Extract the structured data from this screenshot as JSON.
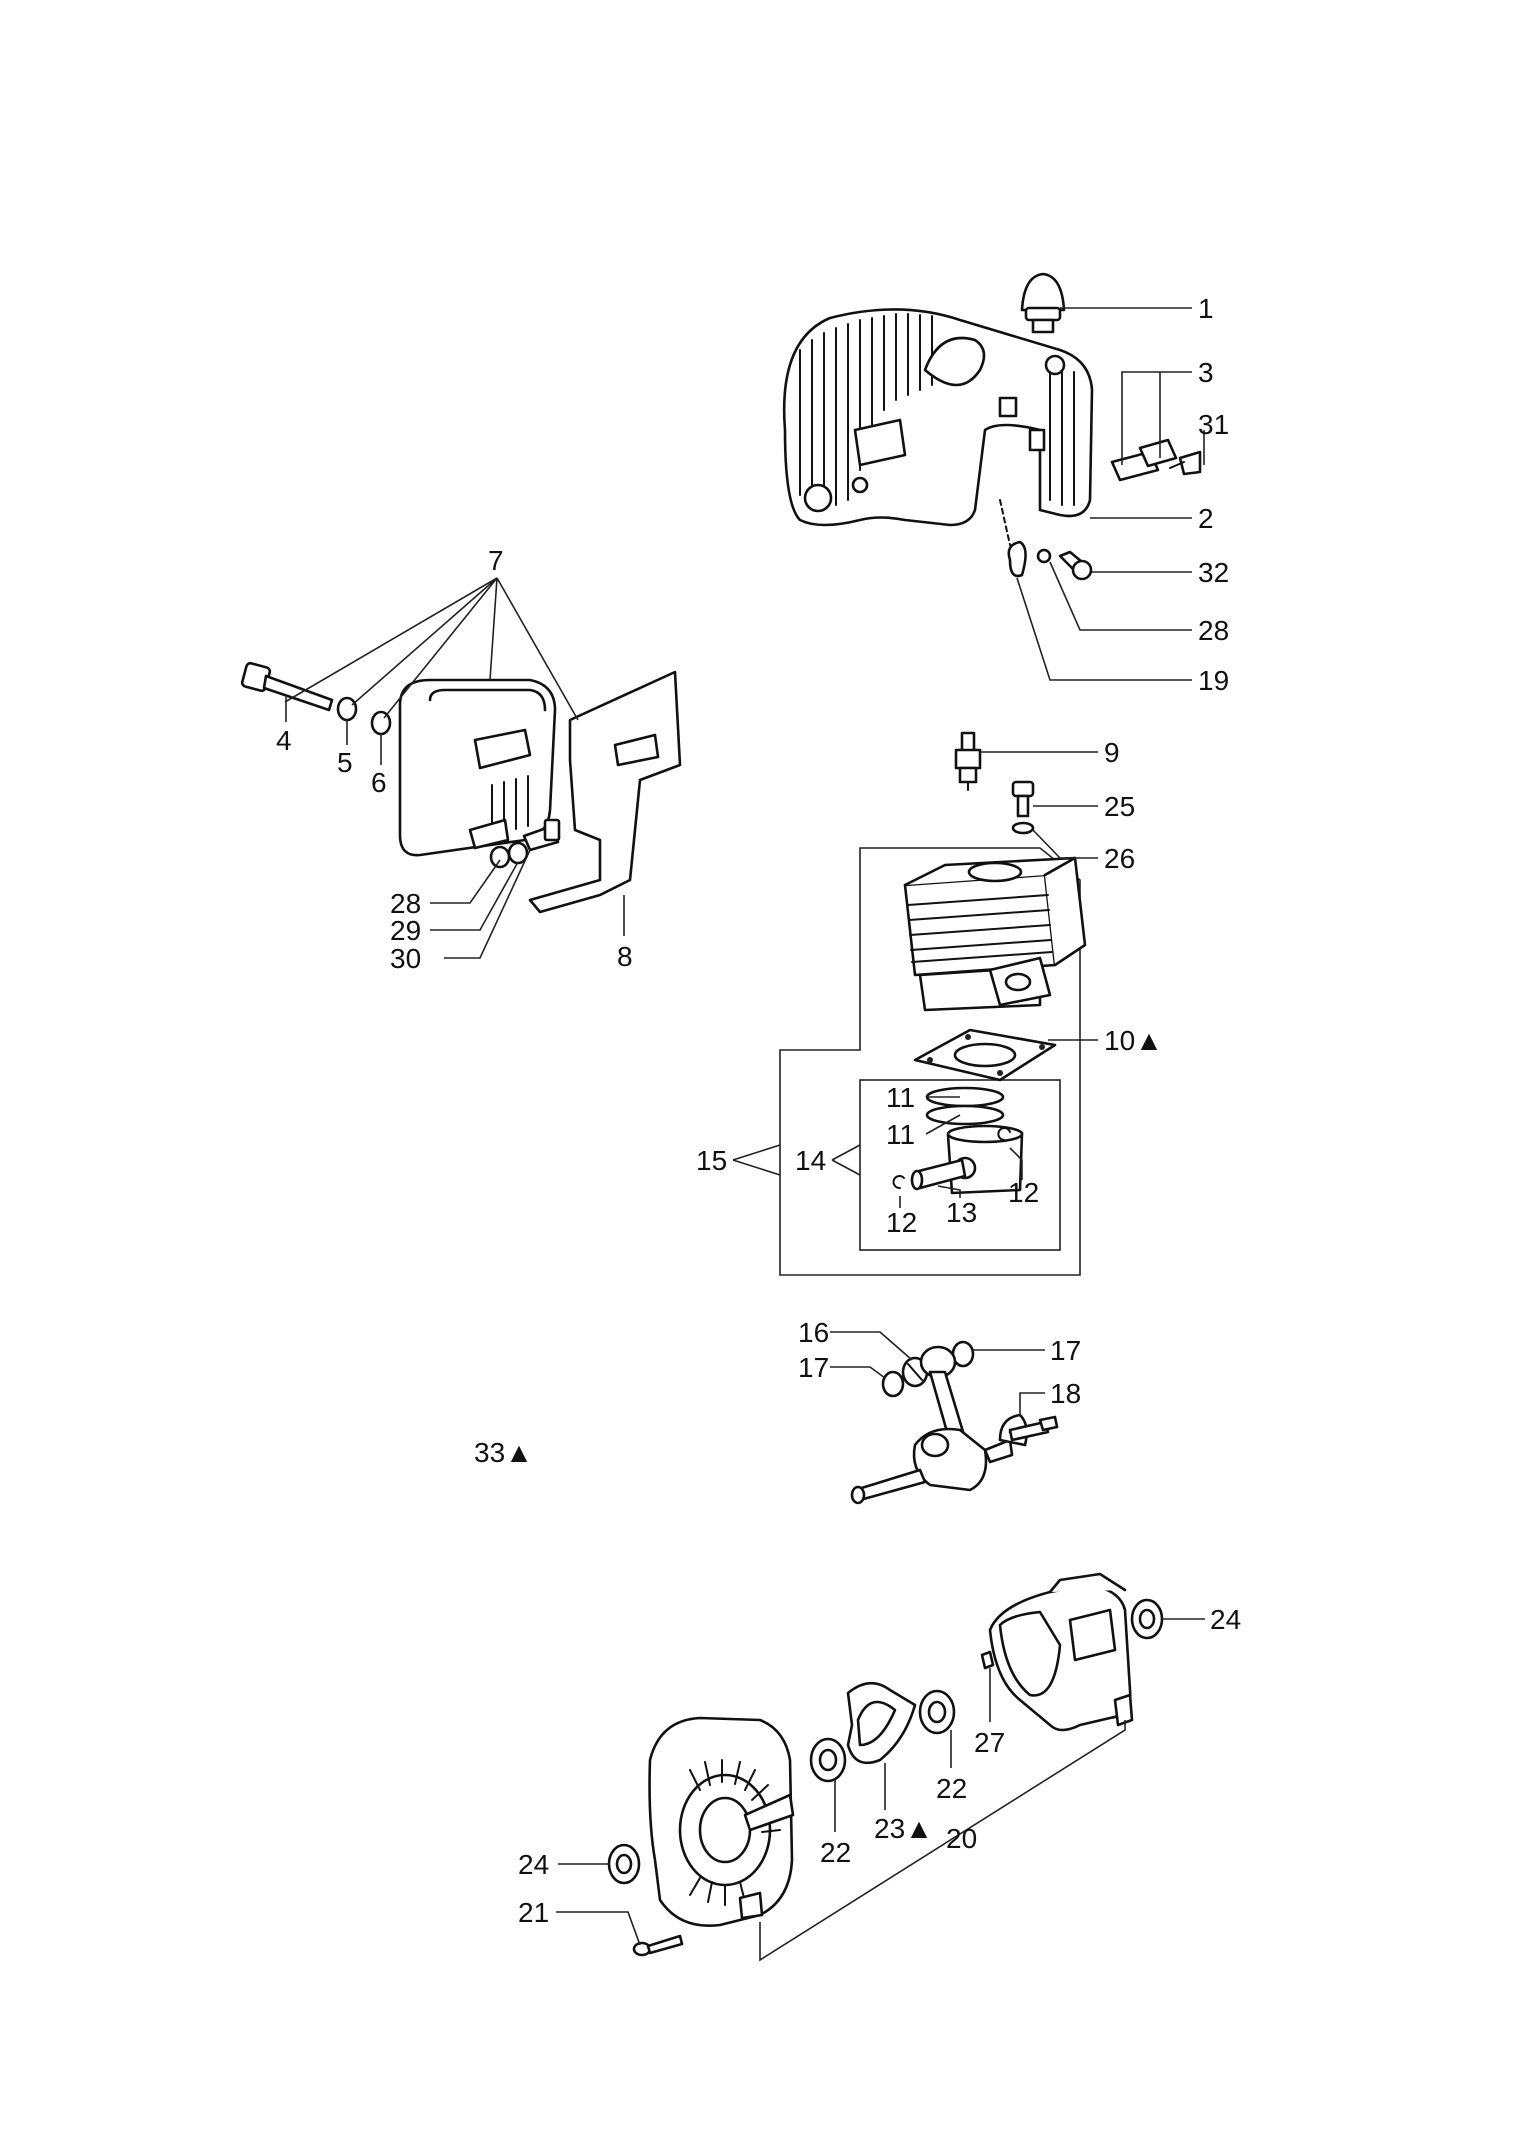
{
  "callouts": [
    {
      "id": "c1",
      "text": "1"
    },
    {
      "id": "c2",
      "text": "2"
    },
    {
      "id": "c3",
      "text": "3"
    },
    {
      "id": "c31",
      "text": "31"
    },
    {
      "id": "c32",
      "text": "32"
    },
    {
      "id": "c28a",
      "text": "28"
    },
    {
      "id": "c19",
      "text": "19"
    },
    {
      "id": "c7",
      "text": "7"
    },
    {
      "id": "c4",
      "text": "4"
    },
    {
      "id": "c5",
      "text": "5"
    },
    {
      "id": "c6",
      "text": "6"
    },
    {
      "id": "c28b",
      "text": "28"
    },
    {
      "id": "c29",
      "text": "29"
    },
    {
      "id": "c30",
      "text": "30"
    },
    {
      "id": "c8",
      "text": "8"
    },
    {
      "id": "c9",
      "text": "9"
    },
    {
      "id": "c25",
      "text": "25"
    },
    {
      "id": "c26",
      "text": "26"
    },
    {
      "id": "c10",
      "text": "10▲"
    },
    {
      "id": "c11a",
      "text": "11"
    },
    {
      "id": "c11b",
      "text": "11"
    },
    {
      "id": "c15",
      "text": "15"
    },
    {
      "id": "c14",
      "text": "14"
    },
    {
      "id": "c12a",
      "text": "12"
    },
    {
      "id": "c12b",
      "text": "12"
    },
    {
      "id": "c13",
      "text": "13"
    },
    {
      "id": "c16",
      "text": "16"
    },
    {
      "id": "c17a",
      "text": "17"
    },
    {
      "id": "c17b",
      "text": "17"
    },
    {
      "id": "c18",
      "text": "18"
    },
    {
      "id": "c33",
      "text": "33▲"
    },
    {
      "id": "c24a",
      "text": "24"
    },
    {
      "id": "c27",
      "text": "27"
    },
    {
      "id": "c22a",
      "text": "22"
    },
    {
      "id": "c22b",
      "text": "22"
    },
    {
      "id": "c23",
      "text": "23▲"
    },
    {
      "id": "c20",
      "text": "20"
    },
    {
      "id": "c24b",
      "text": "24"
    },
    {
      "id": "c21",
      "text": "21"
    }
  ]
}
